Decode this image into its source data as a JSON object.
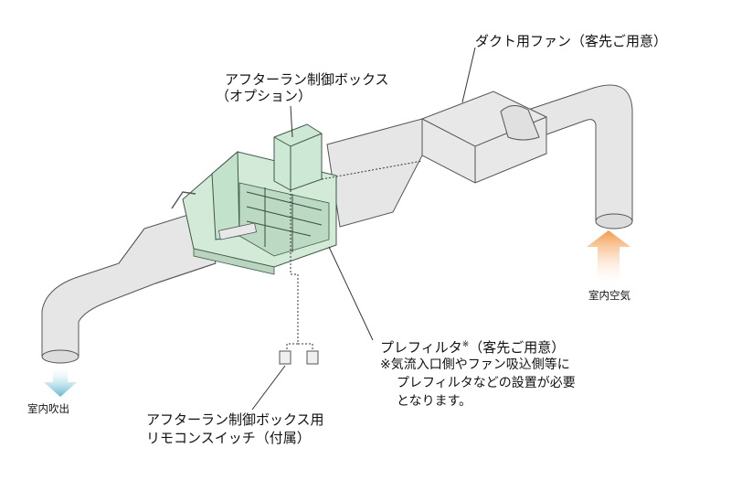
{
  "labels": {
    "duct_fan": "ダクト用ファン（客先ご用意）",
    "afterrun_box_line1": "アフターラン制御ボックス",
    "afterrun_box_line2": "（オプション）",
    "indoor_air": "室内空気",
    "indoor_outlet": "室内吹出",
    "prefilter_main": "プレフィルタ",
    "prefilter_mark": "※",
    "prefilter_suffix": "（客先ご用意）",
    "note_line1": "※気流入口側やファン吸込側等に",
    "note_line2": "プレフィルタなどの設置が必要",
    "note_line3": "となります。",
    "remote_line1": "アフターラン制御ボックス用",
    "remote_line2": "リモコンスイッチ（付属）"
  },
  "colors": {
    "duct_fill": "#e6e6e6",
    "duct_stroke": "#555555",
    "unit_fill": "#d3ead8",
    "unit_stroke": "#3c5a44",
    "arrow_in": "#f4a05a",
    "arrow_out": "#6cc0d8"
  }
}
